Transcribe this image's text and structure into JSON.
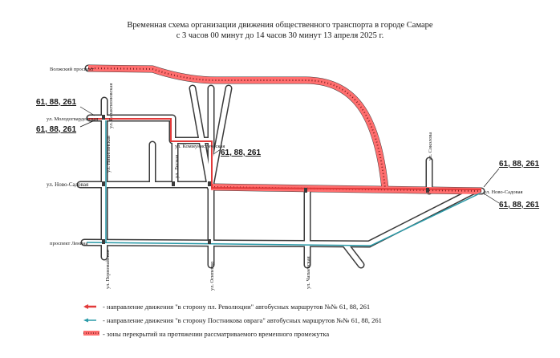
{
  "header": {
    "title_line1": "Временная схема организации движения общественного транспорта в городе Самаре",
    "title_line2": "с 3 часов 00 минут до 14 часов 30 минут 13 апреля 2025 г."
  },
  "streets": {
    "volzhsky": "Волжский проспект",
    "molodogvardeyskaya": "ул. Молодогвардейская",
    "nevo_sadovaya_left": "ул. Ново-Садовая",
    "lenina": "проспект Ленина",
    "nevo_sadovaya_right": "ул. Ново-Садовая",
    "sokolova": "ул. Соколова",
    "pervomaiskaya": "ул. Первомайская",
    "osipenko": "ул. Осипенко",
    "chapaevskaya": "ул. Чапаевская",
    "nikitinskaya": "ул. Никитинская",
    "lesnaya": "ул. Лесная",
    "kommunisticheskaya": "ул. Коммунистическая",
    "galaktionovskaya": "ул. Галактионовская"
  },
  "route_labels": {
    "top_left_1": "61, 88, 261",
    "top_left_2": "61, 88, 261",
    "center": "61, 88, 261",
    "right_1": "61, 88, 261",
    "right_2": "61, 88, 261"
  },
  "legend": {
    "red_arrow": "- направление движения \"в сторону пл. Революции\" автобусных маршрутов №№ 61, 88, 261",
    "blue_arrow": "- направление движения \"в сторону Постникова оврага\" автобусных маршрутов №№ 61, 88, 261",
    "closure": "- зоны перекрытий на протяжении рассматриваемого временного промежутка"
  },
  "colors": {
    "road_outline": "#3a3a3a",
    "road_fill": "#ffffff",
    "closure": "#ff6e6e",
    "red_route": "#e23a3a",
    "blue_route": "#2a9aa8",
    "closure_stripe": "#7a2020"
  }
}
